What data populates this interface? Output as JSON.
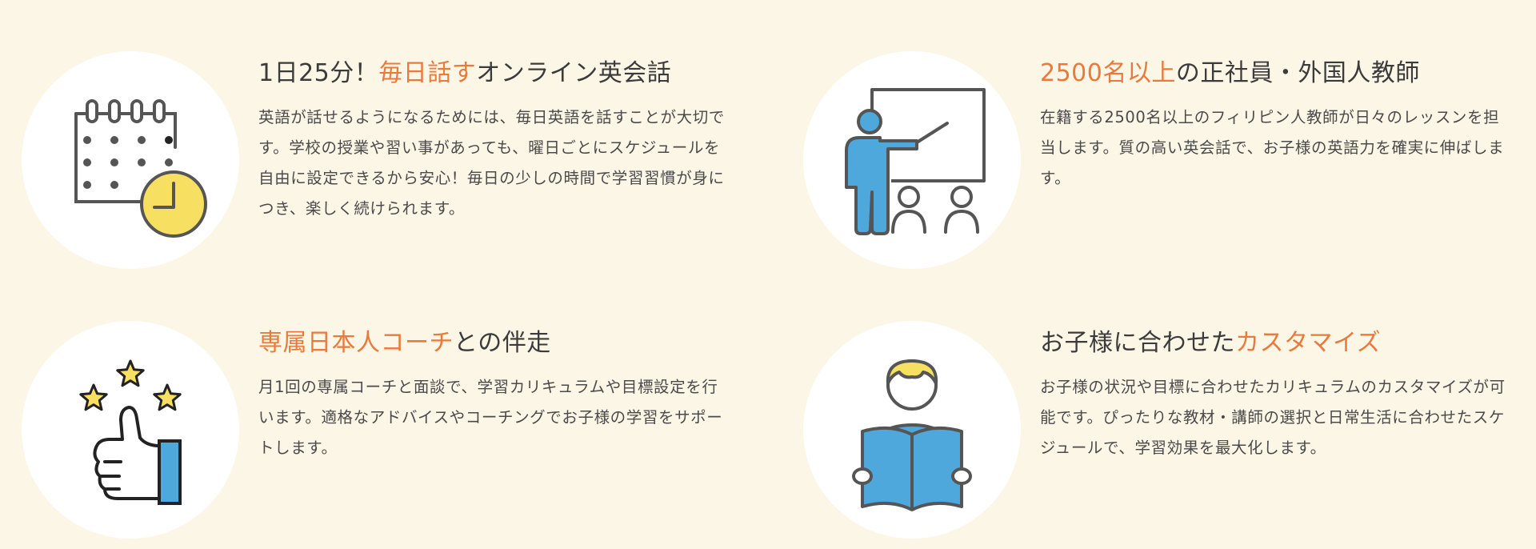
{
  "colors": {
    "background": "#fcf6e6",
    "highlight": "#ea7a3c",
    "text": "#3b3b3b",
    "icon_blue": "#4fa8dc",
    "icon_yellow": "#f7df61",
    "icon_gray": "#555555"
  },
  "features": [
    {
      "icon": "calendar-clock-icon",
      "title_before": "1日25分！",
      "title_highlight": "毎日話す",
      "title_after": "オンライン英会話",
      "description": "英語が話せるようになるためには、毎日英語を話すことが大切です。学校の授業や習い事があっても、曜日ごとにスケジュールを自由に設定できるから安心！毎日の少しの時間で学習習慣が身につき、楽しく続けられます。"
    },
    {
      "icon": "teacher-whiteboard-icon",
      "title_before": "",
      "title_highlight": "2500名以上",
      "title_after": "の正社員・外国人教師",
      "description": "在籍する2500名以上のフィリピン人教師が日々のレッスンを担当します。質の高い英会話で、お子様の英語力を確実に伸ばします。"
    },
    {
      "icon": "thumbs-up-stars-icon",
      "title_before": "",
      "title_highlight": "専属日本人コーチ",
      "title_after": "との伴走",
      "description": "月1回の専属コーチと面談で、学習カリキュラムや目標設定を行います。適格なアドバイスやコーチングでお子様の学習をサポートします。"
    },
    {
      "icon": "child-reading-book-icon",
      "title_before": "お子様に合わせた",
      "title_highlight": "カスタマイズ",
      "title_after": "",
      "description": "お子様の状況や目標に合わせたカリキュラムのカスタマイズが可能です。ぴったりな教材・講師の選択と日常生活に合わせたスケジュールで、学習効果を最大化します。"
    }
  ]
}
